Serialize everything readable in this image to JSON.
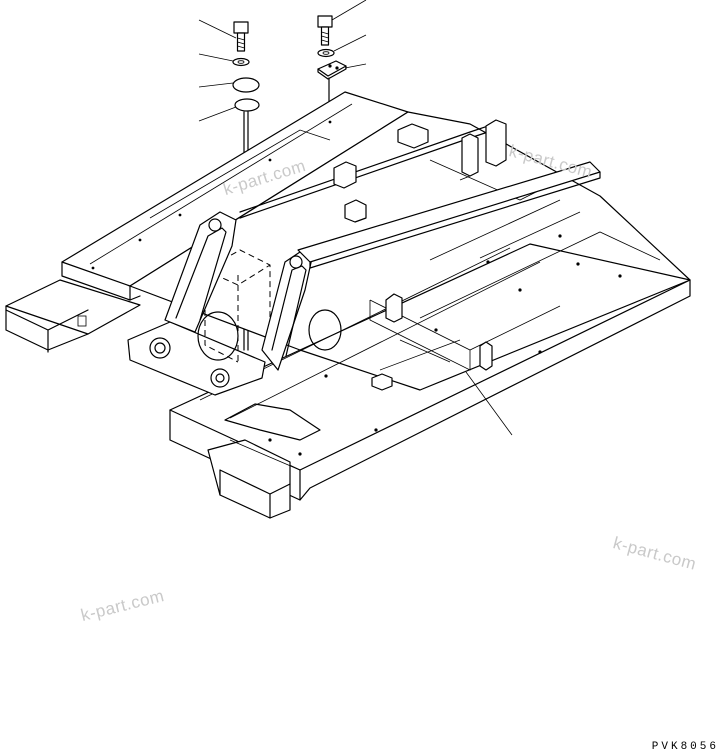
{
  "watermarks": [
    "k-part.com",
    "k-part.com",
    "k-part.com",
    "k-part.com"
  ],
  "drawing_code": "PVK8056",
  "colors": {
    "line": "#000000",
    "watermark": "#c9c9c9",
    "background": "#ffffff"
  }
}
